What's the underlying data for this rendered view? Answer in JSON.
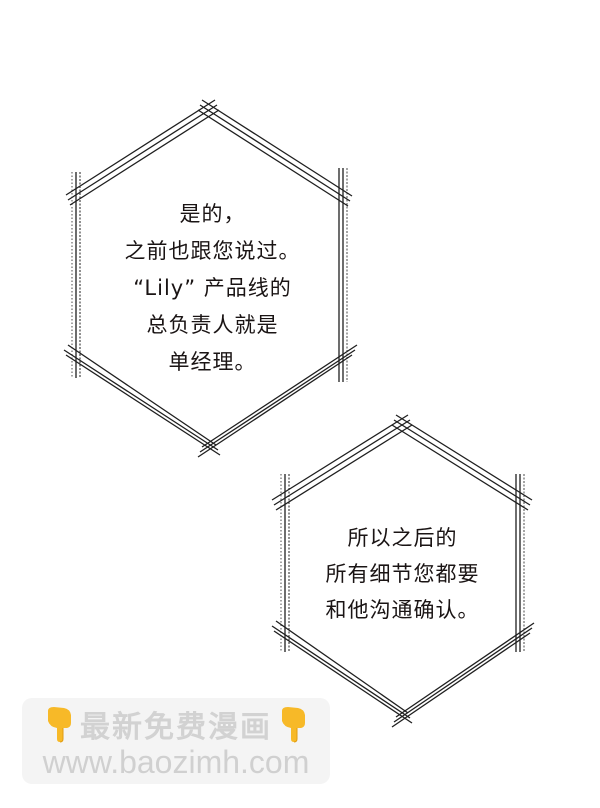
{
  "panel": {
    "background": "#ffffff",
    "ink_color": "#1a1414",
    "frame_stroke_color": "#1f1f1f"
  },
  "bubbles": [
    {
      "id": "bubble-1",
      "shape": "hexagon-triple-line",
      "lines": [
        "是的，",
        "之前也跟您说过。",
        "“Lily” 产品线的",
        "总负责人就是",
        "单经理。"
      ]
    },
    {
      "id": "bubble-2",
      "shape": "hexagon-triple-line",
      "lines": [
        "所以之后的",
        "所有细节您都要",
        "和他沟通确认。"
      ]
    }
  ],
  "watermark": {
    "title": "最新免费漫画",
    "url": "www.baozimh.com",
    "left_icon": "pointing-down-hand-icon",
    "right_icon": "pointing-down-hand-icon",
    "icon_color": "#f7b928",
    "background": "#f4f4f4",
    "text_color": "#d0d0d0"
  }
}
